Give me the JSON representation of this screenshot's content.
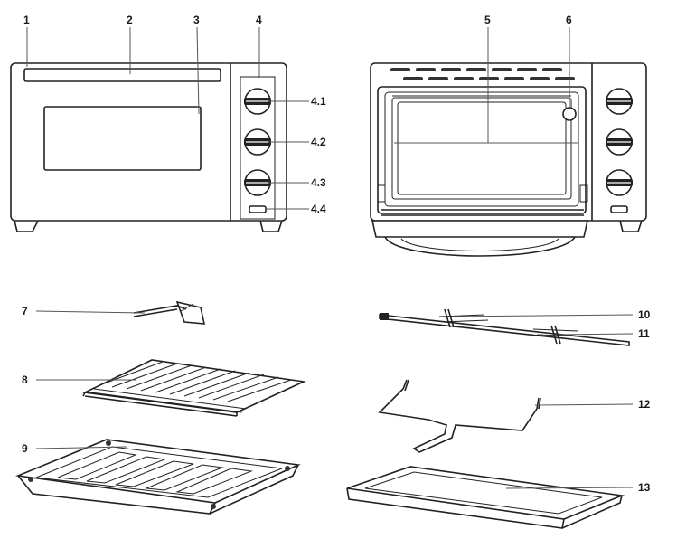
{
  "labels": {
    "l1": "1",
    "l2": "2",
    "l3": "3",
    "l4": "4",
    "l4_1": "4.1",
    "l4_2": "4.2",
    "l4_3": "4.3",
    "l4_4": "4.4",
    "l5": "5",
    "l6": "6",
    "l7": "7",
    "l8": "8",
    "l9": "9",
    "l10": "10",
    "l11": "11",
    "l12": "12",
    "l13": "13"
  }
}
